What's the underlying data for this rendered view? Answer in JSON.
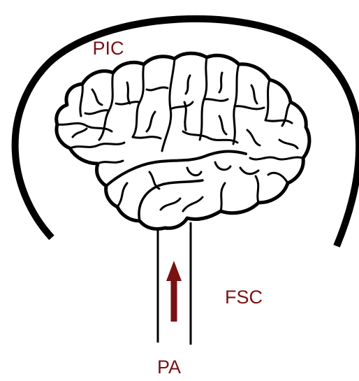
{
  "labels": {
    "top": "PIC",
    "side": "FSC",
    "bottom": "PA"
  },
  "colors": {
    "label": "#7a1212",
    "arrow": "#7a1212",
    "stroke": "#000000",
    "brain_fill": "#ffffff"
  }
}
